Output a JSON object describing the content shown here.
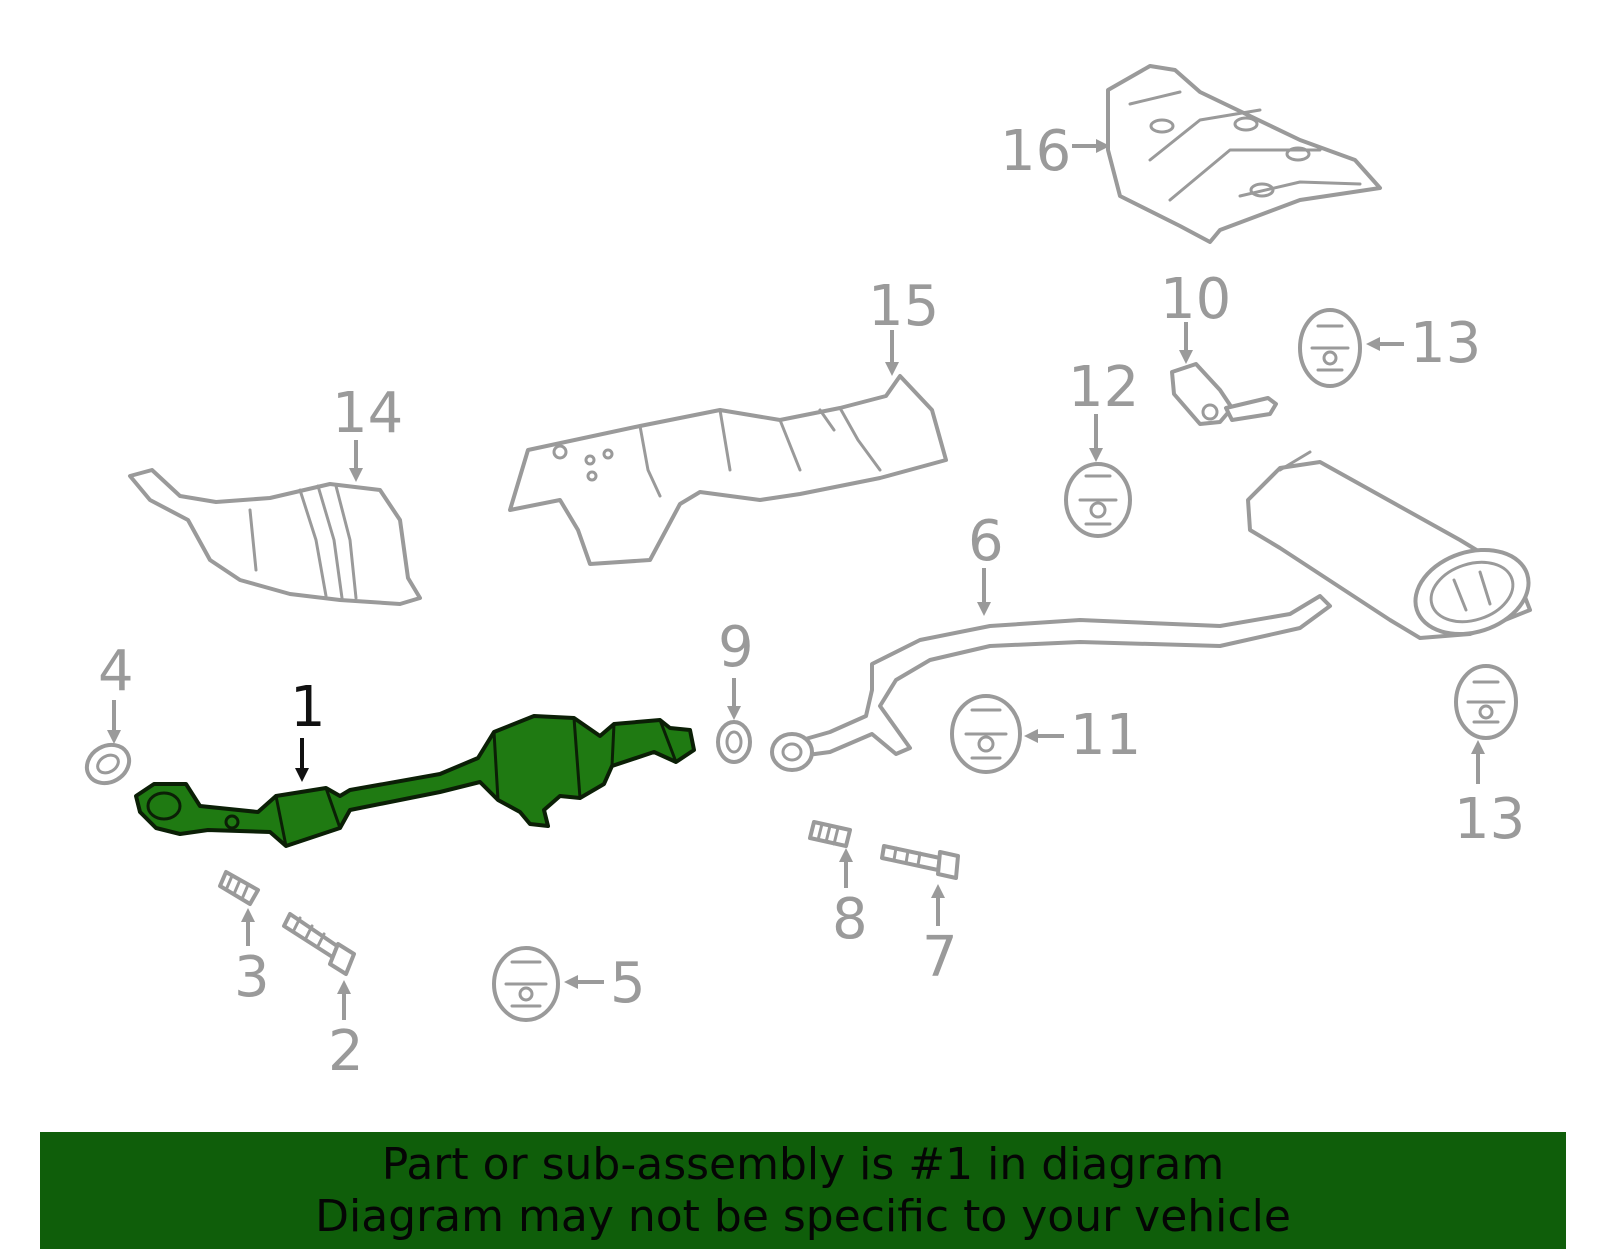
{
  "diagram": {
    "highlight_color": "#1f7a12",
    "line_color": "#9a9a9a",
    "callouts": {
      "c1": "1",
      "c2": "2",
      "c3": "3",
      "c4": "4",
      "c5": "5",
      "c6": "6",
      "c7": "7",
      "c8": "8",
      "c9": "9",
      "c10": "10",
      "c11": "11",
      "c12": "12",
      "c13a": "13",
      "c13b": "13",
      "c14": "14",
      "c15": "15",
      "c16": "16"
    }
  },
  "banner": {
    "background": "#0f5e0a",
    "line1": "Part or sub-assembly is #1 in diagram",
    "line2": "Diagram may not be specific to your vehicle"
  }
}
